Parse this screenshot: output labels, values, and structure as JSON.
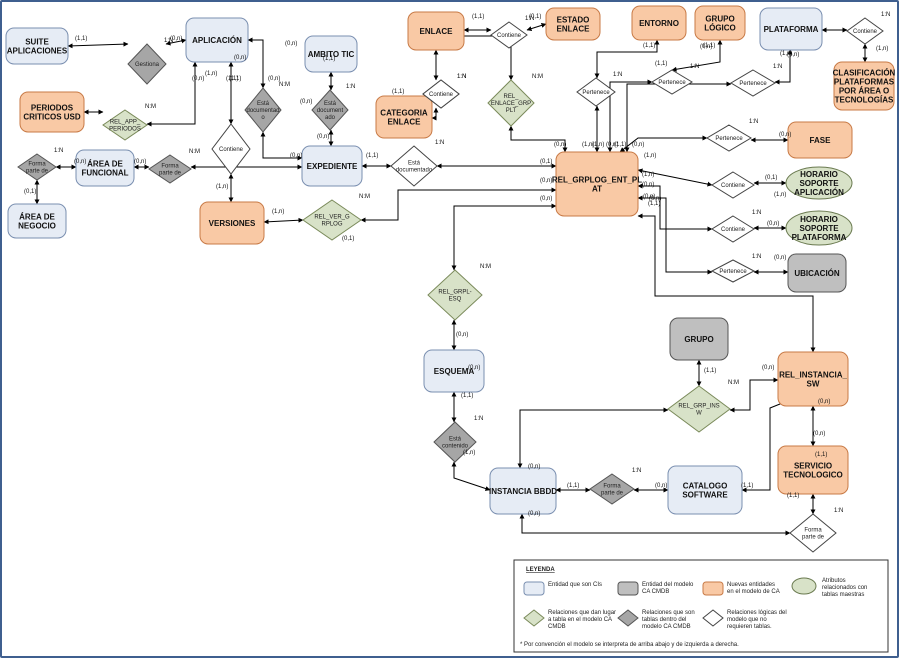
{
  "colors": {
    "ci_fill": "#e6ecf5",
    "ci_stroke": "#7a8fb0",
    "cmdb_fill": "#bfbfbf",
    "cmdb_stroke": "#555555",
    "new_fill": "#f9c9a5",
    "new_stroke": "#c87a46",
    "attr_fill": "#d8e2c8",
    "attr_stroke": "#6a7a50",
    "rel_green": "#d8e2c8",
    "rel_gray": "#a6a6a6",
    "rel_white": "#ffffff",
    "line": "#000000"
  },
  "entities": [
    {
      "id": "suite",
      "label": [
        "SUITE",
        "APLICACIONES"
      ],
      "kind": "ci"
    },
    {
      "id": "aplicacion",
      "label": [
        "APLICACIÓN"
      ],
      "kind": "ci"
    },
    {
      "id": "enlace",
      "label": [
        "ENLACE"
      ],
      "kind": "new"
    },
    {
      "id": "estado_enlace",
      "label": [
        "ESTADO",
        "ENLACE"
      ],
      "kind": "new"
    },
    {
      "id": "entorno",
      "label": [
        "ENTORNO"
      ],
      "kind": "new"
    },
    {
      "id": "grupo_logico",
      "label": [
        "GRUPO",
        "LÓGICO"
      ],
      "kind": "new"
    },
    {
      "id": "plataforma",
      "label": [
        "PLATAFORMA"
      ],
      "kind": "ci"
    },
    {
      "id": "clasificacion",
      "label": [
        "CLASIFICACIÓN",
        "PLATAFORMAS",
        "POR ÁREA O",
        "TECNOLOGÍAS"
      ],
      "kind": "new"
    },
    {
      "id": "ambito_tic",
      "label": [
        "AMBITO TIC"
      ],
      "kind": "ci"
    },
    {
      "id": "periodos",
      "label": [
        "PERIODOS",
        "CRITICOS USD"
      ],
      "kind": "new"
    },
    {
      "id": "categoria_enlace",
      "label": [
        "CATEGORIA",
        "ENLACE"
      ],
      "kind": "new"
    },
    {
      "id": "area_funcional",
      "label": [
        "ÁREA DE",
        "FUNCIONAL"
      ],
      "kind": "ci"
    },
    {
      "id": "expediente",
      "label": [
        "EXPEDIENTE"
      ],
      "kind": "ci"
    },
    {
      "id": "rel_grplog",
      "label": [
        "REL_GRPLOG_ENT_PL",
        "AT"
      ],
      "kind": "new"
    },
    {
      "id": "fase",
      "label": [
        "FASE"
      ],
      "kind": "new"
    },
    {
      "id": "horario_app",
      "label": [
        "HORARIO",
        "SOPORTE",
        "APLICACIÓN"
      ],
      "kind": "attr"
    },
    {
      "id": "horario_plat",
      "label": [
        "HORARIO",
        "SOPORTE",
        "PLATAFORMA"
      ],
      "kind": "attr"
    },
    {
      "id": "ubicacion",
      "label": [
        "UBICACIÓN"
      ],
      "kind": "cmdb"
    },
    {
      "id": "area_negocio",
      "label": [
        "ÁREA DE",
        "NEGOCIO"
      ],
      "kind": "ci"
    },
    {
      "id": "versiones",
      "label": [
        "VERSIONES"
      ],
      "kind": "new"
    },
    {
      "id": "grupo",
      "label": [
        "GRUPO"
      ],
      "kind": "cmdb"
    },
    {
      "id": "rel_instancia_sw",
      "label": [
        "REL_INSTANCIA_",
        "SW"
      ],
      "kind": "new"
    },
    {
      "id": "esquema",
      "label": [
        "ESQUEMA"
      ],
      "kind": "ci"
    },
    {
      "id": "servicio_tecnologico",
      "label": [
        "SERVICIO",
        "TECNOLOGICO"
      ],
      "kind": "new"
    },
    {
      "id": "instancia_bbdd",
      "label": [
        "INSTANCIA BBDD"
      ],
      "kind": "ci"
    },
    {
      "id": "catalogo_software",
      "label": [
        "CATALOGO",
        "SOFTWARE"
      ],
      "kind": "ci"
    }
  ],
  "relations": [
    {
      "id": "gestiona",
      "label": [
        "Gestiona"
      ],
      "kind": "gray",
      "card": "1:N"
    },
    {
      "id": "contiene_enl",
      "label": [
        "Contiene"
      ],
      "kind": "white",
      "card": "1:N"
    },
    {
      "id": "contiene_top",
      "label": [
        "Contiene"
      ],
      "kind": "white",
      "card": "1:N"
    },
    {
      "id": "contiene_plat",
      "label": [
        "Contiene"
      ],
      "kind": "white",
      "card": "1:N"
    },
    {
      "id": "rel_app_periodos",
      "label": [
        "REL_APP_",
        "PERIODOS"
      ],
      "kind": "green",
      "card": "N:M"
    },
    {
      "id": "esta_documentado_app",
      "label": [
        "Está",
        "documentad",
        "o"
      ],
      "kind": "gray",
      "card": "N:M"
    },
    {
      "id": "esta_documentado_amb",
      "label": [
        "Está",
        "document",
        "ado"
      ],
      "kind": "gray",
      "card": "1:N"
    },
    {
      "id": "contiene_cat",
      "label": [
        "Contiene"
      ],
      "kind": "white",
      "card": "1:N"
    },
    {
      "id": "rel_enlace_grp",
      "label": [
        "REL_",
        "ENLACE_GRP",
        "PLT"
      ],
      "kind": "green",
      "card": "N:M"
    },
    {
      "id": "pertenece_ent",
      "label": [
        "Pertenece"
      ],
      "kind": "white",
      "card": "1:N"
    },
    {
      "id": "pertenece_grp",
      "label": [
        "Pertenece"
      ],
      "kind": "white",
      "card": "1:N"
    },
    {
      "id": "pertenece_plat",
      "label": [
        "Pertenece"
      ],
      "kind": "white",
      "card": "1:N"
    },
    {
      "id": "forma_parte_area",
      "label": [
        "Forma",
        "parte de"
      ],
      "kind": "gray",
      "card": "1:N"
    },
    {
      "id": "forma_parte_app",
      "label": [
        "Forma",
        "parte de"
      ],
      "kind": "gray",
      "card": "N:M"
    },
    {
      "id": "contiene_ver",
      "label": [
        "Contiene"
      ],
      "kind": "white",
      "card": ""
    },
    {
      "id": "esta_documentado_exp",
      "label": [
        "Está",
        "documentado"
      ],
      "kind": "white",
      "card": "1:N"
    },
    {
      "id": "pertenece_fase",
      "label": [
        "Pertenece"
      ],
      "kind": "white",
      "card": "1:N"
    },
    {
      "id": "contiene_hor1",
      "label": [
        "Contiene"
      ],
      "kind": "white",
      "card": ""
    },
    {
      "id": "contiene_hor2",
      "label": [
        "Contiene"
      ],
      "kind": "white",
      "card": "1:N"
    },
    {
      "id": "pertenece_ubi",
      "label": [
        "Pertenece"
      ],
      "kind": "white",
      "card": "1:N"
    },
    {
      "id": "rel_ver_grplog",
      "label": [
        "REL_VER_G",
        "RPLOG"
      ],
      "kind": "green",
      "card": "N:M"
    },
    {
      "id": "rel_grpl_esq",
      "label": [
        "REL_GRPL-",
        "ESQ"
      ],
      "kind": "green",
      "card": "N:M"
    },
    {
      "id": "rel_grp_insw",
      "label": [
        "REL_GRP_INS",
        "W"
      ],
      "kind": "green",
      "card": "N:M"
    },
    {
      "id": "esta_contenido",
      "label": [
        "Está",
        "contenido"
      ],
      "kind": "gray",
      "card": "1:N"
    },
    {
      "id": "forma_parte_cat",
      "label": [
        "Forma",
        "parte de"
      ],
      "kind": "gray",
      "card": "1:N"
    },
    {
      "id": "forma_parte_serv",
      "label": [
        "Forma",
        "parte de"
      ],
      "kind": "white",
      "card": "1:N"
    }
  ],
  "cardinality_labels": [
    "(1,1)",
    "(0,n)",
    "(0,n)",
    "(1,1)",
    "(0,n)",
    "(1,n)",
    "(0,n)",
    "(1,1)",
    "(0,n)",
    "(0,n)",
    "(1,1)",
    "(0,n)",
    "(1,1)",
    "(1,1)",
    "(0,1)",
    "(1,1)",
    "(1,1)",
    "(0,n)",
    "(1,1)",
    "(1,n)",
    "(0,n)",
    "(1,n)",
    "(0,n)",
    "(1,n)",
    "(1,n)",
    "(0,n)",
    "(1,1)",
    "(0,n)",
    "(0,n)",
    "(0,1)",
    "(1,n)",
    "(1,n)",
    "(0,n)",
    "(1,n)",
    "(0,n)",
    "(0,n)",
    "(0,n)",
    "(0,n)",
    "(1,1)",
    "(0,1)",
    "(1,n)",
    "(0,1)",
    "(0,n)",
    "(0,n)",
    "(0,n)",
    "(1,1)",
    "(0,1)",
    "(0,n)",
    "(0,n)",
    "(1,n)",
    "(0,n)",
    "(0,n)",
    "(1,1)",
    "(1,n)",
    "(0,n)",
    "(0,n)",
    "(1,1)",
    "(0,n)",
    "(1,1)",
    "(1,1)",
    "(0,n)",
    "(0,n)",
    "(0,n)",
    "(1,1)",
    "(1,1)"
  ],
  "legend": {
    "title": "LEYENDA",
    "items": [
      {
        "kind": "ci",
        "label": [
          "Entidad que son CIs"
        ]
      },
      {
        "kind": "cmdb",
        "label": [
          "Entidad del modelo",
          "CA CMDB"
        ]
      },
      {
        "kind": "new",
        "label": [
          "Nuevas entidades",
          "en el modelo de CA"
        ]
      },
      {
        "kind": "attr",
        "label": [
          "Atributos",
          "relacionados con",
          "tablas maestras"
        ]
      },
      {
        "kind": "green",
        "label": [
          "Relaciones que dan lugar",
          "a tabla en el modelo CA",
          "CMDB"
        ]
      },
      {
        "kind": "gray",
        "label": [
          "Relaciones que son",
          "tablas dentro del",
          "modelo CA CMDB"
        ]
      },
      {
        "kind": "white",
        "label": [
          "Relaciones lógicas del",
          "modelo que no",
          "requieren tablas."
        ]
      }
    ],
    "note": "* Por convención el modelo se interpreta de arriba abajo y de izquierda a derecha."
  }
}
